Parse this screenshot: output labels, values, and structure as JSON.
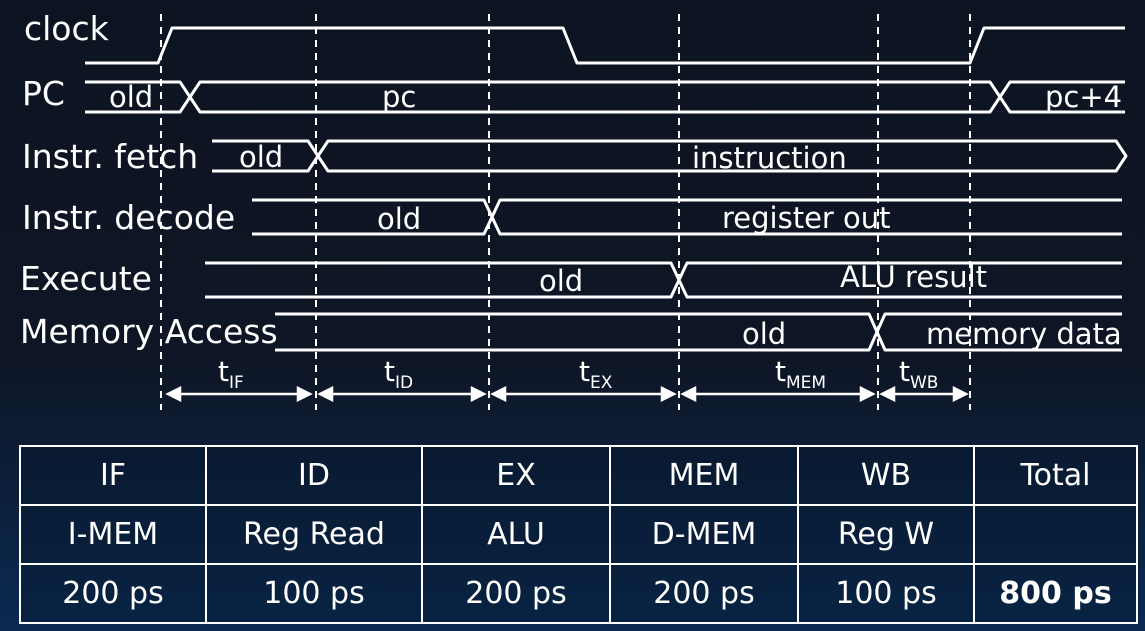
{
  "signals": [
    {
      "label": "clock"
    },
    {
      "label": "PC",
      "values": [
        "old",
        "pc",
        "pc+4"
      ]
    },
    {
      "label": "Instr. fetch",
      "values": [
        "old",
        "instruction"
      ]
    },
    {
      "label": "Instr. decode",
      "values": [
        "old",
        "register out"
      ]
    },
    {
      "label": "Execute",
      "values": [
        "old",
        "ALU result"
      ]
    },
    {
      "label": "Memory Access",
      "values": [
        "old",
        "memory data"
      ]
    }
  ],
  "intervals": [
    {
      "main": "t",
      "sub": "IF"
    },
    {
      "main": "t",
      "sub": "ID"
    },
    {
      "main": "t",
      "sub": "EX"
    },
    {
      "main": "t",
      "sub": "MEM"
    },
    {
      "main": "t",
      "sub": "WB"
    }
  ],
  "table": {
    "headers": [
      "IF",
      "ID",
      "EX",
      "MEM",
      "WB",
      "Total"
    ],
    "units": [
      "I-MEM",
      "Reg Read",
      "ALU",
      "D-MEM",
      "Reg W",
      ""
    ],
    "times": [
      "200 ps",
      "100 ps",
      "200 ps",
      "200 ps",
      "100 ps",
      "800 ps"
    ]
  }
}
